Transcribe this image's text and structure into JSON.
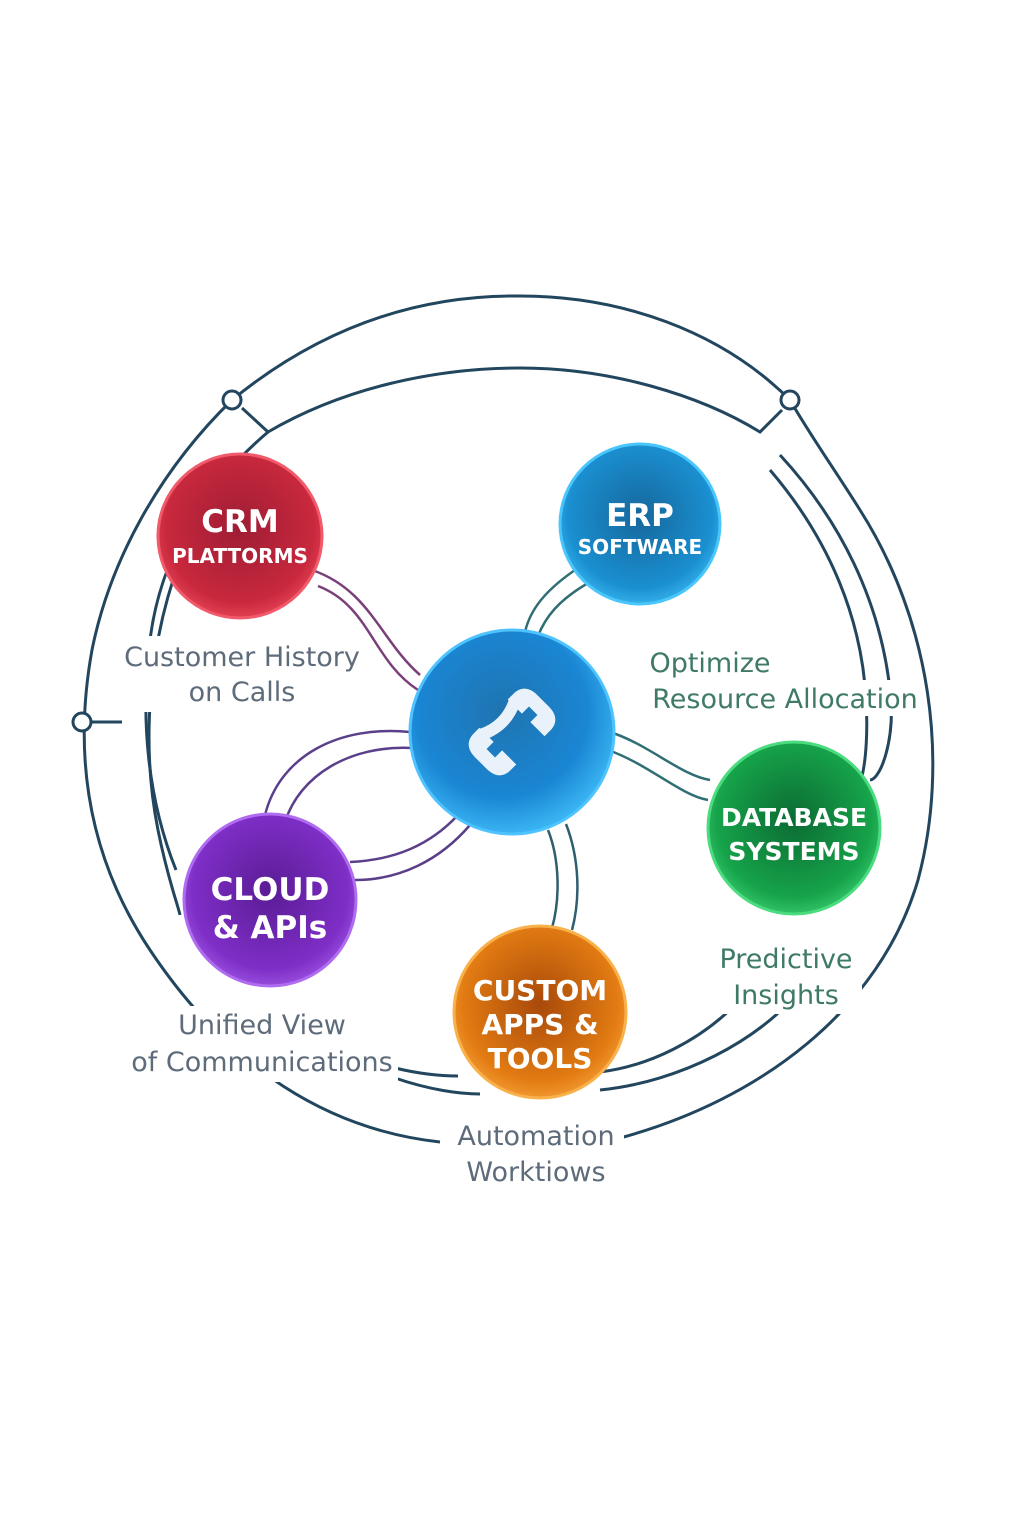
{
  "hub": {
    "icon": "phone-icon"
  },
  "nodes": {
    "crm": {
      "title": "CRM",
      "subtitle": "PLATTORMS",
      "color": "#c8283d"
    },
    "erp": {
      "title": "ERP",
      "subtitle": "SOFTWARE",
      "color": "#1a8fd0"
    },
    "database": {
      "line1": "DATABASE",
      "line2": "SYSTEMS",
      "color": "#16a34a"
    },
    "cloud": {
      "line1": "CLOUD",
      "line2": "& APIs",
      "color": "#7e2ec6"
    },
    "custom": {
      "line1": "CUSTOM",
      "line2": "APPS &",
      "line3": "TOOLS",
      "color": "#e27b12"
    }
  },
  "benefits": {
    "customer_history": {
      "line1": "Customer History",
      "line2": "on Calls"
    },
    "optimize": {
      "line1": "Optimize",
      "line2": "Resource Allocation"
    },
    "predictive": {
      "line1": "Predictive",
      "line2": "Insights"
    },
    "unified": {
      "line1": "Unified View",
      "line2": "of Communications"
    },
    "automation": {
      "line1": "Automation",
      "line2": "Worktiows"
    }
  },
  "colors": {
    "ring": "#23465f",
    "hub": "#1686d6",
    "grey_label": "#5e6b7a",
    "green_label": "#3f7a64"
  }
}
